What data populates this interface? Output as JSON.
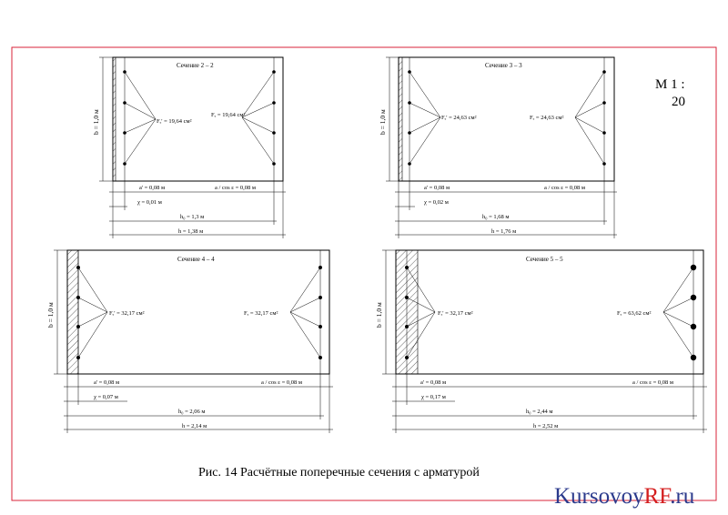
{
  "scale_label": "M 1 :",
  "scale_value": "20",
  "caption": "Рис. 14  Расчётные поперечные сечения с арматурой",
  "watermark": {
    "blue_part": "Kursovoy",
    "red_part": "RF",
    "suffix": ".ru"
  },
  "colors": {
    "frame": "#d9233a",
    "watermark_blue": "#2b3a8c",
    "watermark_red": "#d41f1f"
  },
  "sections": [
    {
      "title": "Сечение 2 – 2",
      "height_label": "b = 1,0 м",
      "fs_left": "Fₑ' = 19,64 см²",
      "fs_right": "Fₑ = 19,64 см²",
      "a_prime": "a' = 0,08 м",
      "a_cos": "a / cos ε = 0,08 м",
      "chi": "χ = 0,01 м",
      "h0": "h₀ = 1,3 м",
      "h": "h = 1,38 м"
    },
    {
      "title": "Сечение 3 – 3",
      "height_label": "b = 1,0 м",
      "fs_left": "Fₑ' = 24,63 см²",
      "fs_right": "Fₑ = 24,63 см²",
      "a_prime": "a' = 0,08 м",
      "a_cos": "a / cos ε = 0,08 м",
      "chi": "χ = 0,02 м",
      "h0": "h₀ = 1,68 м",
      "h": "h = 1,76 м"
    },
    {
      "title": "Сечение 4 – 4",
      "height_label": "b = 1,0 м",
      "fs_left": "Fₑ' = 32,17 см²",
      "fs_right": "Fₑ = 32,17 см²",
      "a_prime": "a' = 0,08 м",
      "a_cos": "a / cos ε = 0,08 м",
      "chi": "χ = 0,07 м",
      "h0": "h₀ = 2,06 м",
      "h": "h = 2,14 м"
    },
    {
      "title": "Сечение 5 – 5",
      "height_label": "b = 1,0 м",
      "fs_left": "Fₑ' = 32,17 см²",
      "fs_right": "Fₑ = 63,62 см²",
      "a_prime": "a' = 0,08 м",
      "a_cos": "a / cos ε = 0,08 м",
      "chi": "χ = 0,17 м",
      "h0": "h₀ = 2,44 м",
      "h": "h = 2,52 м"
    }
  ]
}
